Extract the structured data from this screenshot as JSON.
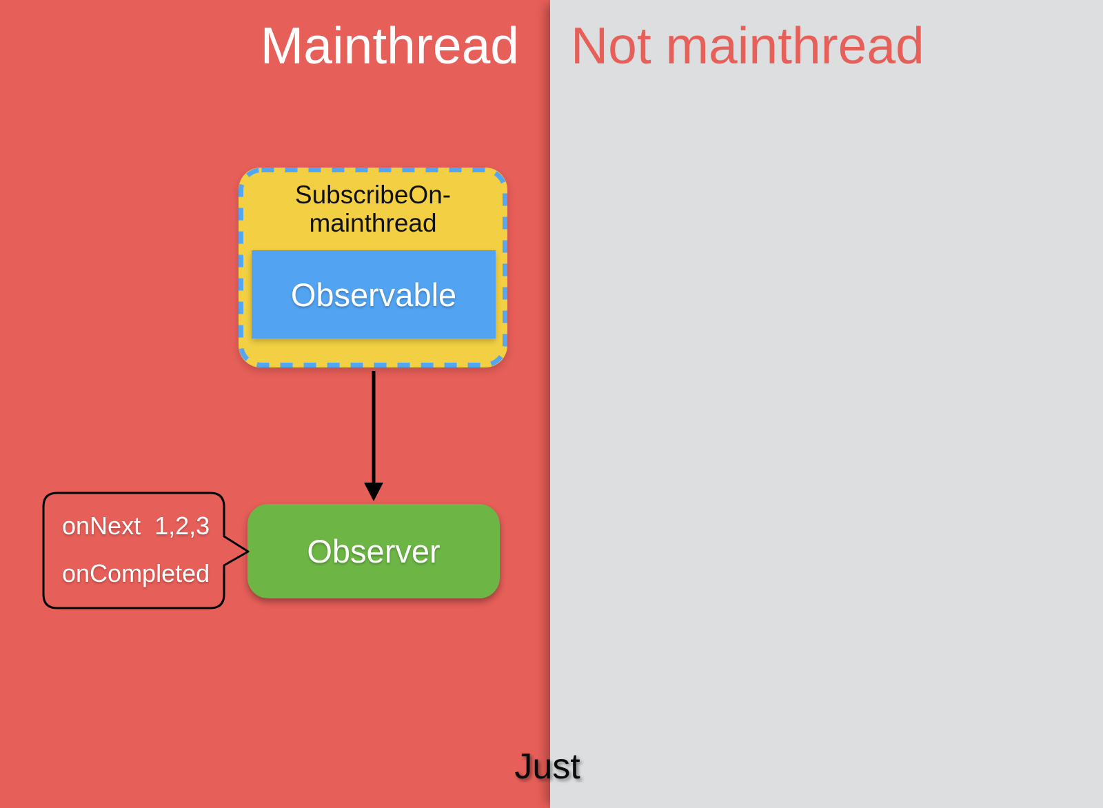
{
  "colors": {
    "red": "#E75F59",
    "gray": "#DDDEDF",
    "yellow": "#F2CF43",
    "dashblue": "#55A6F0",
    "blue": "#52A3F1",
    "green": "#6DB545",
    "black": "#0b0b0b"
  },
  "regions": {
    "mainthread": "Mainthread",
    "not_mainthread": "Not mainthread"
  },
  "subscribe_group": {
    "title_line1": "SubscribeOn-",
    "title_line2": "mainthread",
    "observable": "Observable"
  },
  "observer": {
    "label": "Observer"
  },
  "callout": {
    "line1": "onNext  1,2,3",
    "line2": "onCompleted"
  },
  "footer": {
    "just": "Just"
  }
}
